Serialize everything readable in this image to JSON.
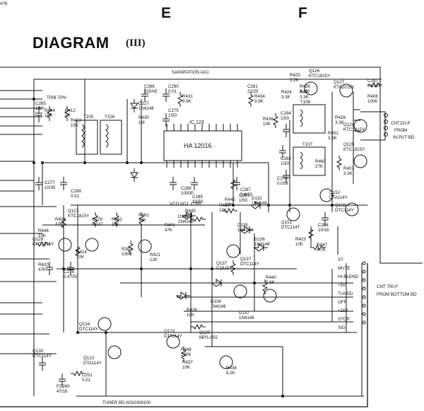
{
  "header": {
    "col_e": "E",
    "col_f": "F",
    "title": "DIAGRAM",
    "title_suffix": "(III)"
  },
  "schematic": {
    "top_note": "SAPARATION ADJ.",
    "ic_ref": "IC 123",
    "ic_part": "HA 12016",
    "vco_note": "VCO ADJ. C285",
    "board_note": "TUNER BD  A002008100",
    "connector_p": {
      "ref": "CNT22I-P",
      "note1": "FROM",
      "note2": "IN PUT BD"
    },
    "connector_f": {
      "ref": "CNT 700-F",
      "note": "FROM BOTTOM BD"
    },
    "side_labels": [
      "ST",
      "MUTE",
      "HI-BLEND",
      "+5V",
      "TUNED",
      "OFF",
      "+15V",
      "STOP",
      "SIG"
    ],
    "transformers": [
      {
        "ref": "T105",
        "note": "TPIB  TPN"
      },
      {
        "ref": "T104"
      },
      {
        "ref": "T106"
      },
      {
        "ref": "T107"
      }
    ],
    "components": [
      {
        "ref": "C265",
        "val": "1/50"
      },
      {
        "ref": "R404",
        "val": "18K"
      },
      {
        "ref": "R412",
        "val": "1K"
      },
      {
        "ref": "R413",
        "val": "15K"
      },
      {
        "ref": "C277",
        "val": "10/35"
      },
      {
        "ref": "C268",
        "val": "0.01"
      },
      {
        "ref": "D127",
        "val": "1N4148"
      },
      {
        "ref": "C275",
        "val": "1/50"
      },
      {
        "ref": "R430",
        "val": "1M"
      },
      {
        "ref": "C286",
        "val": "220AE"
      },
      {
        "ref": "C290",
        "val": "0.01"
      },
      {
        "ref": "R431",
        "val": "3.9K"
      },
      {
        "ref": "R434",
        "val": "3.9K"
      },
      {
        "ref": "R436",
        "val": "10K"
      },
      {
        "ref": "C281",
        "val": "22/25"
      },
      {
        "ref": "C287",
        "val": "5.6/50"
      },
      {
        "ref": "C288",
        "val": "1000P"
      },
      {
        "ref": "C289",
        "val": "33/50"
      },
      {
        "ref": "R442",
        "val": "10K"
      },
      {
        "ref": "C291",
        "val": "1/50"
      },
      {
        "ref": "R425",
        "val": "2.2K"
      },
      {
        "ref": "R426",
        "val": "3.3K"
      },
      {
        "ref": "R427",
        "val": "3.3K"
      },
      {
        "ref": "R424",
        "val": "3.3K"
      },
      {
        "ref": "Q126",
        "val": "KTC1815Y"
      },
      {
        "ref": "Q127",
        "val": "KTA1015Y"
      },
      {
        "ref": "C297",
        "val": "0.0156"
      },
      {
        "ref": "R406",
        "val": "100K"
      },
      {
        "ref": "C294",
        "val": "1/50"
      },
      {
        "ref": "C278",
        "val": "0.033"
      },
      {
        "ref": "R428",
        "val": "3.3K"
      },
      {
        "ref": "R432",
        "val": "3.3K"
      },
      {
        "ref": "Q124",
        "val": "KTC1815Y"
      },
      {
        "ref": "Q125",
        "val": "KTC1815Y"
      },
      {
        "ref": "R407",
        "val": "3.3K"
      },
      {
        "ref": "C263",
        "val": "1/50"
      },
      {
        "ref": "R460",
        "val": "27K"
      },
      {
        "ref": "R401",
        "val": "47K"
      },
      {
        "ref": "R445",
        "val": "56K"
      },
      {
        "ref": "D131",
        "val": "1N4148"
      },
      {
        "ref": "D132",
        "val": "1N4148"
      },
      {
        "ref": "D135",
        "val": "1N4148"
      },
      {
        "ref": "D136",
        "val": "1N4148"
      },
      {
        "ref": "R422",
        "val": "10K"
      },
      {
        "ref": "R423",
        "val": "10K"
      },
      {
        "ref": "Q151",
        "val": "DTC114T"
      },
      {
        "ref": "Q152",
        "val": "DTA114Y"
      },
      {
        "ref": "Q133",
        "val": "DTC114Y"
      },
      {
        "ref": "C284",
        "val": "10/16"
      },
      {
        "ref": "R447",
        "val": "4.7K"
      },
      {
        "ref": "R446",
        "val": "10K"
      },
      {
        "ref": "Q127",
        "val": "KTC1815Y"
      },
      {
        "ref": "Q128",
        "val": "KTC1815Y"
      },
      {
        "ref": "R409",
        "val": "47K"
      },
      {
        "ref": "R418",
        "val": "10K"
      },
      {
        "ref": "R420",
        "val": "47K"
      },
      {
        "ref": "C276",
        "val": "0.47/50"
      },
      {
        "ref": "C278",
        "val": "0.047"
      },
      {
        "ref": "R462",
        "val": "10K"
      },
      {
        "ref": "R461",
        "val": "10K"
      },
      {
        "ref": "R381",
        "val": "100K"
      },
      {
        "ref": "R421",
        "val": "12K"
      },
      {
        "ref": "Q137",
        "val": "C1815Y"
      },
      {
        "ref": "Q137",
        "val": "DTC114Y"
      },
      {
        "ref": "R440",
        "val": "5.6K"
      },
      {
        "ref": "R439",
        "val": "10K"
      },
      {
        "ref": "D134",
        "val": "1N4148"
      },
      {
        "ref": "D137",
        "val": "1N4148"
      },
      {
        "ref": "Q134",
        "val": "DTC114Y"
      },
      {
        "ref": "Q122",
        "val": "DTA114Y"
      },
      {
        "ref": "Q123",
        "val": "DTA114Y"
      },
      {
        "ref": "Q129",
        "val": "MPS A55"
      },
      {
        "ref": "R448",
        "val": "220K"
      },
      {
        "ref": "R437",
        "val": "10K"
      },
      {
        "ref": "R438",
        "val": "8.2K"
      },
      {
        "ref": "Q130",
        "val": "DTC114Y"
      },
      {
        "ref": "FC260",
        "val": "47/16"
      },
      {
        "ref": "C251",
        "val": "0.01"
      },
      {
        "ref": "R403",
        "val": "47K"
      }
    ]
  }
}
